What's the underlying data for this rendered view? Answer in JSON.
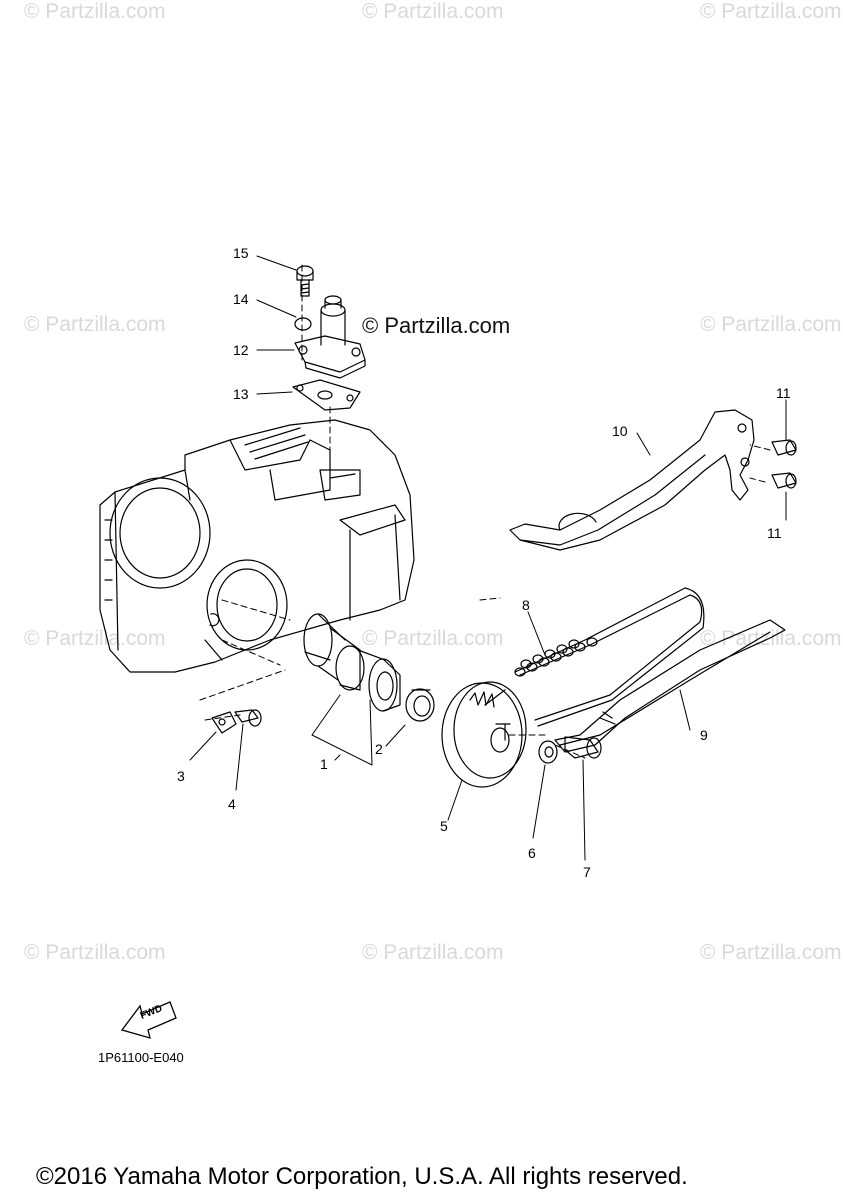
{
  "watermark_text": "© Partzilla.com",
  "brand_text": "© Partzilla.com",
  "callouts": {
    "c1": "1",
    "c2": "2",
    "c3": "3",
    "c4": "4",
    "c5": "5",
    "c6": "6",
    "c7": "7",
    "c8": "8",
    "c9": "9",
    "c10": "10",
    "c11a": "11",
    "c11b": "11",
    "c12": "12",
    "c13": "13",
    "c14": "14",
    "c15": "15"
  },
  "fwd_label": "FWD",
  "diagram_code": "1P61100-E040",
  "copyright": "©2016 Yamaha Motor Corporation, U.S.A. All rights reserved.",
  "colors": {
    "watermark": "#d9d9d9",
    "line": "#000000"
  }
}
